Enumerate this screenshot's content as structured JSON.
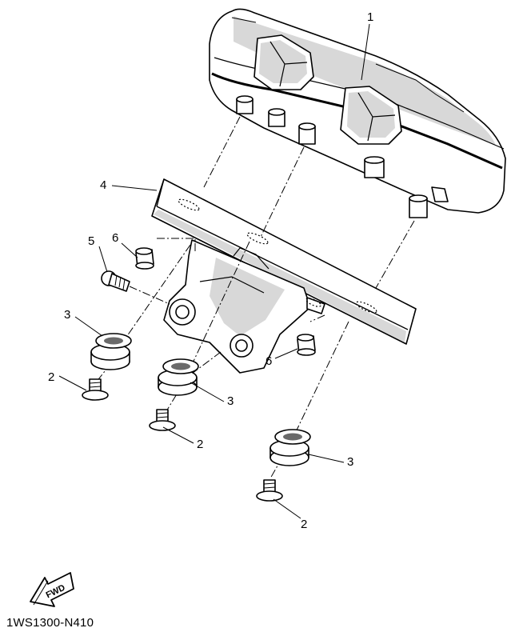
{
  "callouts": {
    "c1": "1",
    "c2a": "2",
    "c2b": "2",
    "c2c": "2",
    "c3a": "3",
    "c3b": "3",
    "c3c": "3",
    "c4": "4",
    "c5": "5",
    "c6a": "6",
    "c6b": "6"
  },
  "fwd": {
    "label": "FWD"
  },
  "diagram_code": "1WS1300-N410"
}
